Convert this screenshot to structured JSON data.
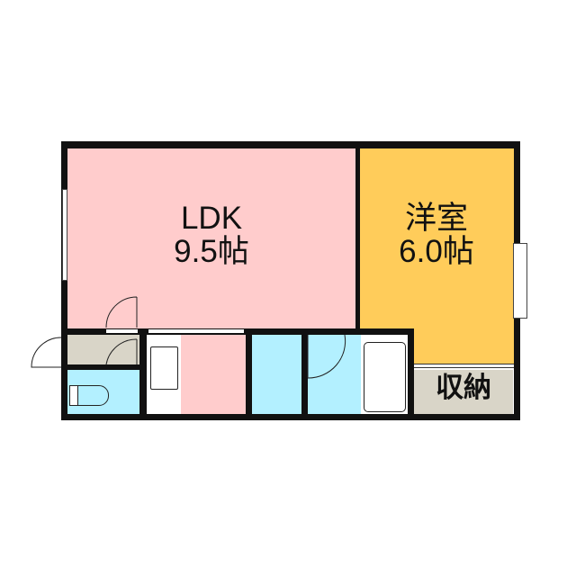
{
  "rooms": {
    "ldk": {
      "name": "LDK",
      "size": "9.5帖"
    },
    "western": {
      "name": "洋室",
      "size": "6.0帖"
    },
    "storage": {
      "name": "収納"
    }
  },
  "colors": {
    "ldk": "#FFCCCC",
    "western": "#FFCC5A",
    "wet": "#B3F0FF",
    "entrance": "#D9D5C8",
    "storage": "#D9D5C8",
    "wall": "#111111"
  }
}
